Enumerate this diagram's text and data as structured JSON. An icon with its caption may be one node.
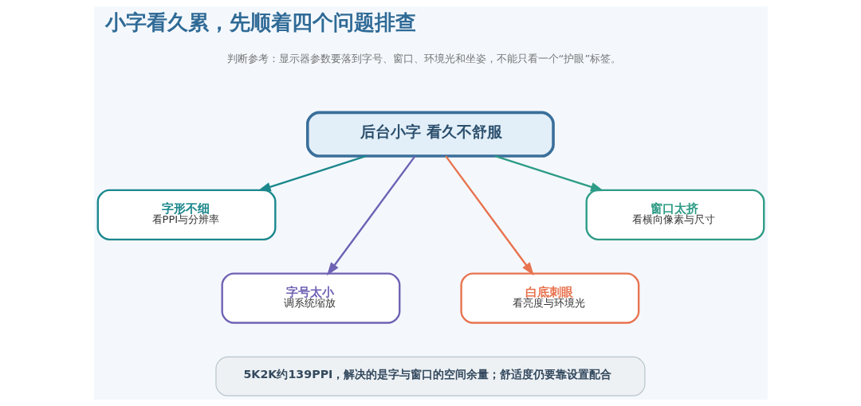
{
  "diagram": {
    "title": "小字看久累，先顺着四个问题排查",
    "nodes": [
      {
        "text": [
          "后台小字 看久不舒服"
        ]
      },
      {
        "text": [
          "字形不细",
          "看PPI与分辨率"
        ]
      },
      {
        "text": [
          "字号太小",
          "调系统缩放"
        ]
      },
      {
        "text": [
          "白底刺眼",
          "看亮度与环境光"
        ]
      },
      {
        "text": [
          "窗口太挤",
          "看横向像素与尺寸"
        ]
      },
      {
        "text": [
          "5K2K约139PPI，解决的是字与窗口的空间余量；舒适度仍要靠设置配合"
        ]
      }
    ],
    "edges": [
      {
        "from": 0,
        "to": 1,
        "arrow": "to",
        "color": "#1a878c"
      },
      {
        "from": 0,
        "to": 2,
        "arrow": "to",
        "color": "#6f62b4"
      },
      {
        "from": 0,
        "to": 3,
        "arrow": "to",
        "color": "#e8734f"
      },
      {
        "from": 0,
        "to": 4,
        "arrow": "to",
        "color": "#2e9c86"
      }
    ],
    "labels": [
      "判断参考：显示器参数要落到字号、窗口、环境光和坐姿，不能只看一个“护眼”标签。"
    ]
  }
}
